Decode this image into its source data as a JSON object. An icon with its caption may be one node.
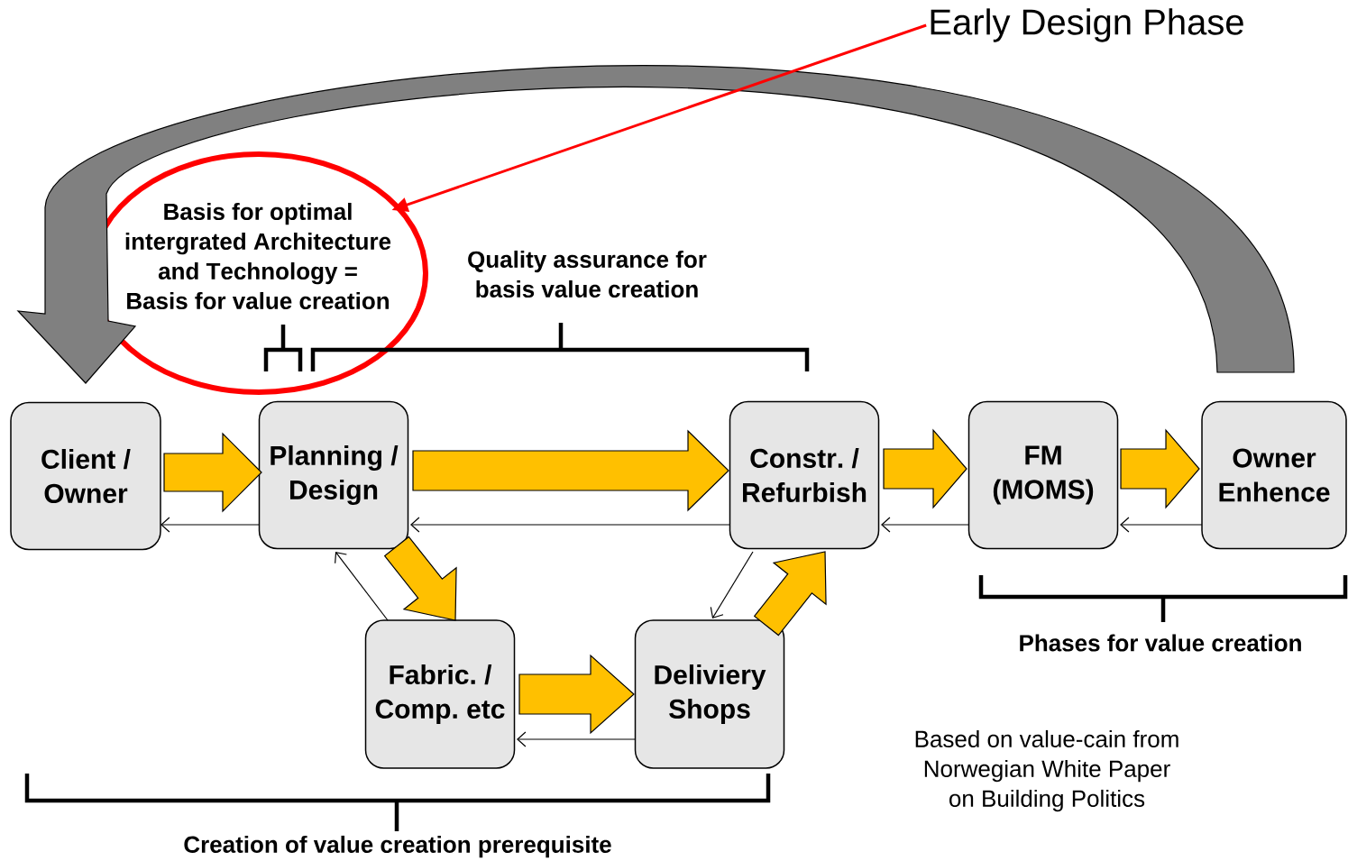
{
  "diagram": {
    "nodes": [
      {
        "text": [
          "Client / Owner"
        ]
      },
      {
        "text": [
          "Planning / Design"
        ]
      },
      {
        "text": [
          "Constr. / Refurbish"
        ]
      },
      {
        "text": [
          "FM (MOMS)"
        ]
      },
      {
        "text": [
          "Owner Enhence"
        ]
      },
      {
        "text": [
          "Fabric. / Comp. etc"
        ]
      },
      {
        "text": [
          "Deliviery Shops"
        ]
      },
      {
        "text": [
          "Basis for optimal intergrated Architecture and Technology = Basis for value creation"
        ]
      },
      {
        "text": [
          "Early Design Phase"
        ]
      }
    ],
    "edges": [
      {
        "from": 0,
        "to": 1,
        "arrow": "to",
        "style": "thick",
        "color": "#ffc000"
      },
      {
        "from": 1,
        "to": 2,
        "arrow": "to",
        "style": "thick",
        "color": "#ffc000"
      },
      {
        "from": 2,
        "to": 3,
        "arrow": "to",
        "style": "thick",
        "color": "#ffc000"
      },
      {
        "from": 3,
        "to": 4,
        "arrow": "to",
        "style": "thick",
        "color": "#ffc000"
      },
      {
        "from": 1,
        "to": 5,
        "arrow": "to",
        "style": "thick",
        "color": "#ffc000"
      },
      {
        "from": 5,
        "to": 6,
        "arrow": "to",
        "style": "thick",
        "color": "#ffc000"
      },
      {
        "from": 6,
        "to": 2,
        "arrow": "to",
        "style": "thick",
        "color": "#ffc000"
      },
      {
        "from": 1,
        "to": 0,
        "arrow": "to"
      },
      {
        "from": 2,
        "to": 1,
        "arrow": "to"
      },
      {
        "from": 3,
        "to": 2,
        "arrow": "to"
      },
      {
        "from": 4,
        "to": 3,
        "arrow": "to"
      },
      {
        "from": 5,
        "to": 1,
        "arrow": "to"
      },
      {
        "from": 2,
        "to": 6,
        "arrow": "to"
      },
      {
        "from": 6,
        "to": 5,
        "arrow": "to"
      },
      {
        "from": 4,
        "to": 0,
        "arrow": "to",
        "style": "thick",
        "color": "#808080"
      },
      {
        "from": 8,
        "to": 7,
        "arrow": "to",
        "color": "#ff0000"
      }
    ],
    "labels": [
      "Quality assurance for basis value creation",
      "Phases for value creation",
      "Creation of value creation prerequisite",
      "Based on value-cain from Norwegian White Paper on Building Politics"
    ]
  }
}
